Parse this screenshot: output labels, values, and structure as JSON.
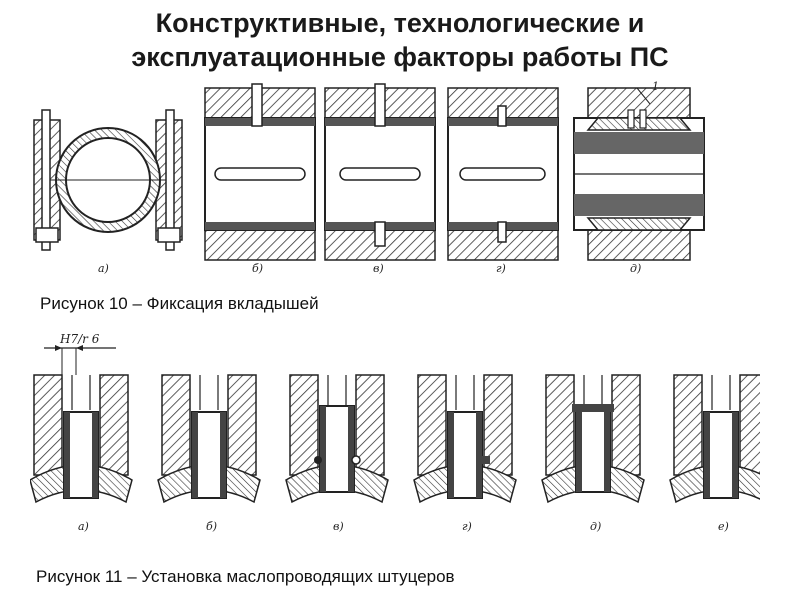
{
  "title": {
    "line1": "Конструктивные, технологические и",
    "line2": "эксплуатационные факторы работы ПС"
  },
  "figure10": {
    "caption": "Рисунок 10  – Фиксация вкладышей",
    "labels": [
      "а)",
      "б)",
      "в)",
      "г)",
      "д)"
    ],
    "callout": "1"
  },
  "figure11": {
    "caption": "Рисунок 11  – Установка маслопроводящих штуцеров",
    "fit_label": "H7/r 6",
    "labels": [
      "а)",
      "б)",
      "в)",
      "г)",
      "д)",
      "е)"
    ]
  }
}
